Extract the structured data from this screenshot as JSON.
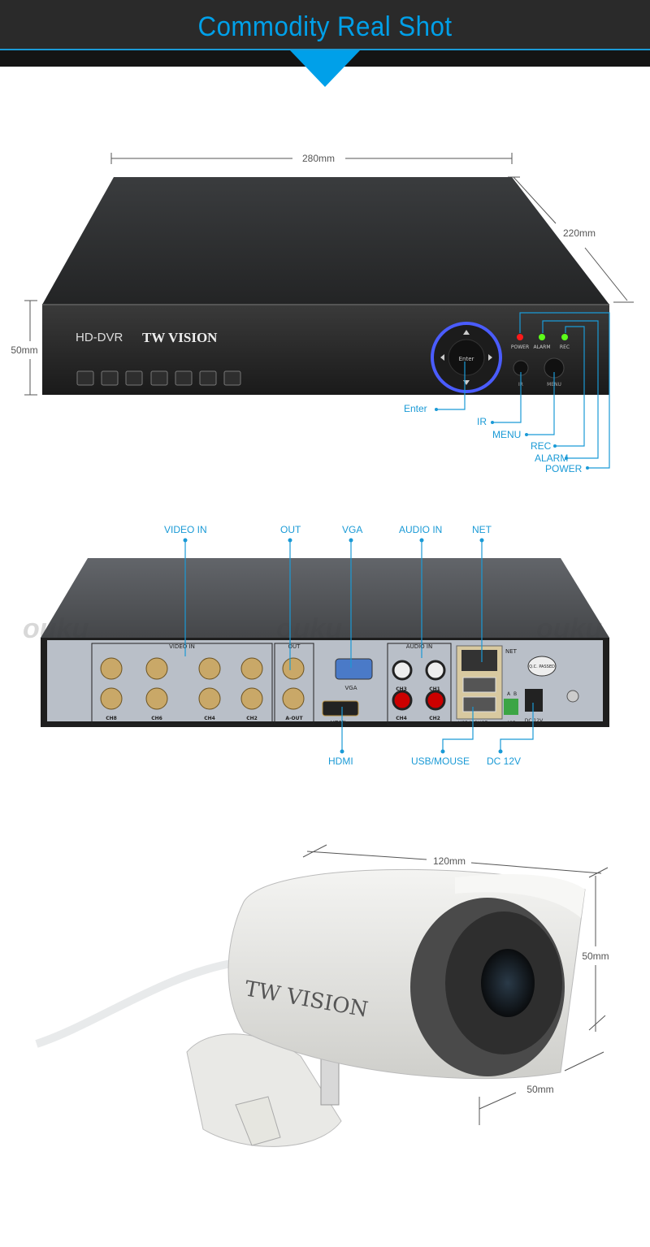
{
  "header": {
    "title": "Commodity Real Shot"
  },
  "front_view": {
    "dimensions": {
      "width": "280mm",
      "depth": "220mm",
      "height": "50mm"
    },
    "brand_text": {
      "model": "HD-DVR",
      "brand": "TW VISION"
    },
    "panel_text": {
      "power": "POWER",
      "alarm": "ALARM",
      "rec": "REC",
      "ir": "IR",
      "menu": "MENU",
      "enter": "Enter"
    },
    "callouts": [
      "Enter",
      "IR",
      "MENU",
      "REC",
      "ALARM",
      "POWER"
    ],
    "led_colors": {
      "power": "#ff1a1a",
      "alarm": "#5cff1a",
      "rec": "#5cff1a"
    }
  },
  "rear_view": {
    "top_callouts": [
      "VIDEO IN",
      "OUT",
      "VGA",
      "AUDIO IN",
      "NET"
    ],
    "bottom_callouts": [
      "HDMI",
      "USB/MOUSE",
      "DC 12V"
    ],
    "panel_text": {
      "video_in": "VIDEO IN",
      "out": "OUT",
      "audio_in": "AUDIO IN",
      "vga": "VGA",
      "hdmi": "HDMI",
      "net": "NET",
      "usb": "USB/MOUSE",
      "dc": "DC 12V",
      "a_out": "A-OUT",
      "rs485": "485",
      "a": "A",
      "b": "B",
      "qc": "Q.C. PASSED",
      "video_channels": [
        "CH8",
        "CH6",
        "CH4",
        "CH2"
      ],
      "audio_channels_top": [
        "CH3",
        "CH1"
      ],
      "audio_channels_bottom": [
        "CH4",
        "CH2"
      ]
    },
    "watermark": "ouku"
  },
  "camera_view": {
    "dimensions": {
      "length": "120mm",
      "height": "50mm",
      "width": "50mm"
    },
    "brand": "TW VISION"
  },
  "accent_color": "#00a0e9"
}
